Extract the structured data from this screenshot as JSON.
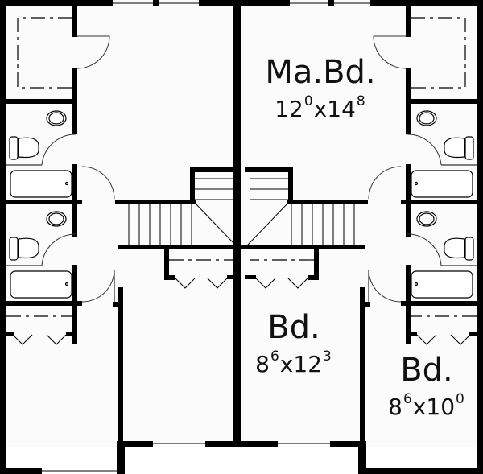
{
  "plan": {
    "type": "duplex upper floor plan",
    "background": "#fbfbfb",
    "wall_color": "#000000"
  },
  "rooms": [
    {
      "id": "master-bedroom",
      "name": "Ma.Bd.",
      "width_ft": "12",
      "width_in": "0",
      "depth_ft": "14",
      "depth_in": "8",
      "sep": "x"
    },
    {
      "id": "bedroom-2",
      "name": "Bd.",
      "width_ft": "8",
      "width_in": "6",
      "depth_ft": "12",
      "depth_in": "3",
      "sep": "x"
    },
    {
      "id": "bedroom-3",
      "name": "Bd.",
      "width_ft": "8",
      "width_in": "6",
      "depth_ft": "10",
      "depth_in": "0",
      "sep": "x"
    }
  ]
}
